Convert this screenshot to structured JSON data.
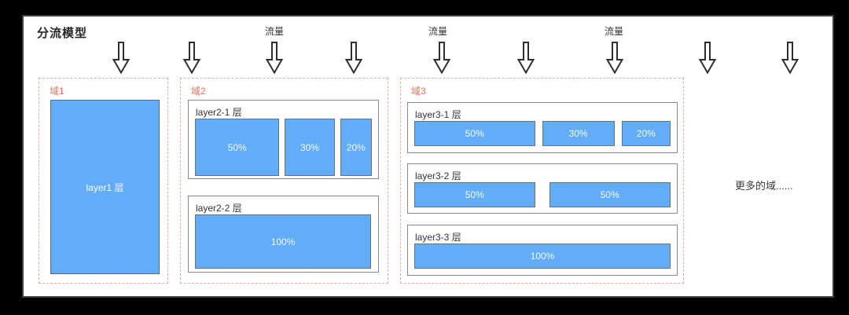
{
  "title": "分流模型",
  "traffic_label": "流量",
  "more_domains": "更多的域......",
  "colors": {
    "segment_fill": "#63acf7",
    "segment_border": "#66727c",
    "domain_dashed_border": "#f4a8a2",
    "domain_label_text": "#f56c62",
    "layer_box_border": "#8a8a8a",
    "canvas_background": "#ffffff",
    "outer_background": "#000000"
  },
  "domains": [
    {
      "label": "域1",
      "layer_label": "layer1 层"
    },
    {
      "label": "域2",
      "layers": [
        {
          "title": "layer2-1 层",
          "segments": [
            "50%",
            "30%",
            "20%"
          ]
        },
        {
          "title": "layer2-2 层",
          "segments": [
            "100%"
          ]
        }
      ]
    },
    {
      "label": "域3",
      "layers": [
        {
          "title": "layer3-1 层",
          "segments": [
            "50%",
            "30%",
            "20%"
          ]
        },
        {
          "title": "layer3-2 层",
          "segments": [
            "50%",
            "50%"
          ]
        },
        {
          "title": "layer3-3 层",
          "segments": [
            "100%"
          ]
        }
      ]
    }
  ]
}
